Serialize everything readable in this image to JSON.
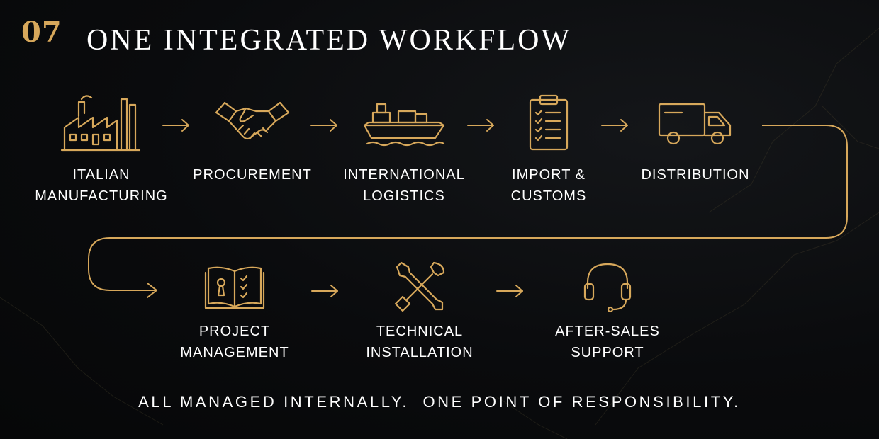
{
  "header": {
    "section_number": "07",
    "title": "ONE INTEGRATED WORKFLOW"
  },
  "steps": [
    {
      "label_line1": "ITALIAN",
      "label_line2": "MANUFACTURING",
      "icon": "factory-icon"
    },
    {
      "label_line1": "PROCUREMENT",
      "label_line2": "",
      "icon": "handshake-icon"
    },
    {
      "label_line1": "INTERNATIONAL",
      "label_line2": "LOGISTICS",
      "icon": "cargo-ship-icon"
    },
    {
      "label_line1": "IMPORT &",
      "label_line2": "CUSTOMS",
      "icon": "clipboard-checklist-icon"
    },
    {
      "label_line1": "DISTRIBUTION",
      "label_line2": "",
      "icon": "delivery-truck-icon"
    },
    {
      "label_line1": "PROJECT",
      "label_line2": "MANAGEMENT",
      "icon": "project-book-icon"
    },
    {
      "label_line1": "TECHNICAL",
      "label_line2": "INSTALLATION",
      "icon": "tools-icon"
    },
    {
      "label_line1": "AFTER-SALES",
      "label_line2": "SUPPORT",
      "icon": "headset-icon"
    }
  ],
  "footer": {
    "tagline": "ALL MANAGED INTERNALLY.  ONE POINT OF RESPONSIBILITY."
  },
  "colors": {
    "accent_gold": "#d7a85b",
    "background": "#0a0b0d",
    "text": "#ffffff"
  }
}
